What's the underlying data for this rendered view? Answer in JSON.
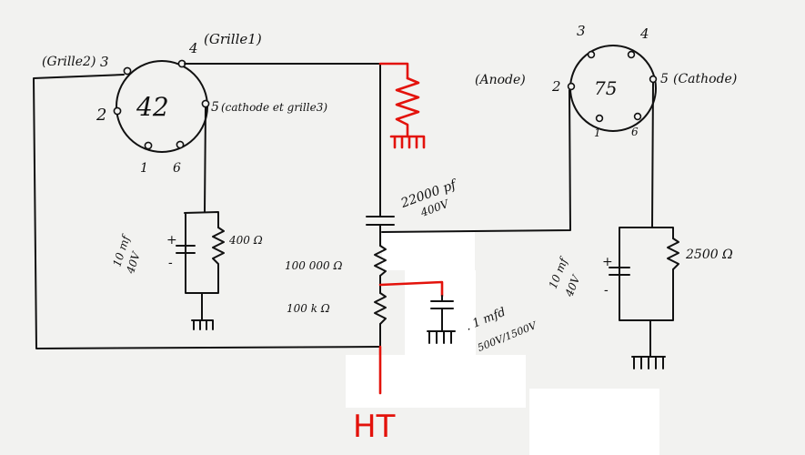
{
  "tube_left": {
    "name": "42",
    "pin_3_label": "(Grille2)",
    "pin_3": "3",
    "pin_4": "4",
    "pin_4_label": "(Grille1)",
    "pin_2": "2",
    "pin_5": "5",
    "pin_5_label": "(cathode et grille3)",
    "pin_1": "1",
    "pin_6": "6"
  },
  "tube_right": {
    "name": "75",
    "pin_3": "3",
    "pin_4": "4",
    "pin_2": "2",
    "pin_2_label": "(Anode)",
    "pin_5": "5",
    "pin_5_label": "(Cathode)",
    "pin_1": "1",
    "pin_6": "6"
  },
  "components": {
    "left_cap_value": "10 mf",
    "left_cap_voltage": "40V",
    "left_res": "400 Ω",
    "coupling_cap_value": "22000 pf",
    "coupling_cap_voltage": "400V",
    "res_100000": "100 000 Ω",
    "res_100k": "100 k Ω",
    "filter_cap_value": ". 1 mfd",
    "filter_cap_voltage": "500V/1500V",
    "right_cap_value": "10 mf",
    "right_cap_voltage": "40V",
    "right_res": "2500 Ω",
    "plus": "+",
    "minus": "-"
  },
  "supply_label": "HT",
  "colors": {
    "ink": "#111111",
    "red": "#e3120b",
    "paper": "#f2f2f0"
  }
}
